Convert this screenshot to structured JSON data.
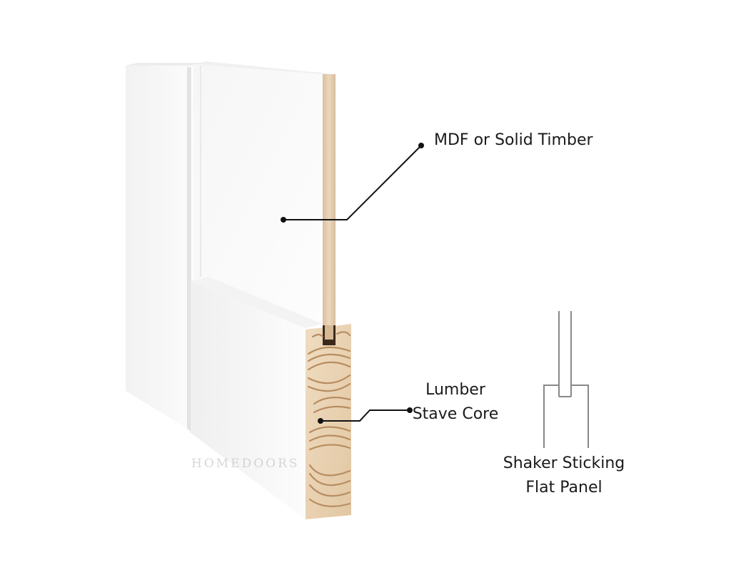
{
  "labels": {
    "material": "MDF or Solid Timber",
    "core_line1": "Lumber",
    "core_line2": "Stave Core",
    "profile_line1": "Shaker Sticking",
    "profile_line2": "Flat Panel"
  },
  "watermark": "HOMEDOORS",
  "colors": {
    "background": "#ffffff",
    "door_face": "#f7f7f7",
    "panel_edge": "#e6cfb3",
    "core_wood": "#e9d2b2",
    "grain": "#b98e64",
    "leader": "#111111",
    "profile_stroke": "#888888"
  }
}
